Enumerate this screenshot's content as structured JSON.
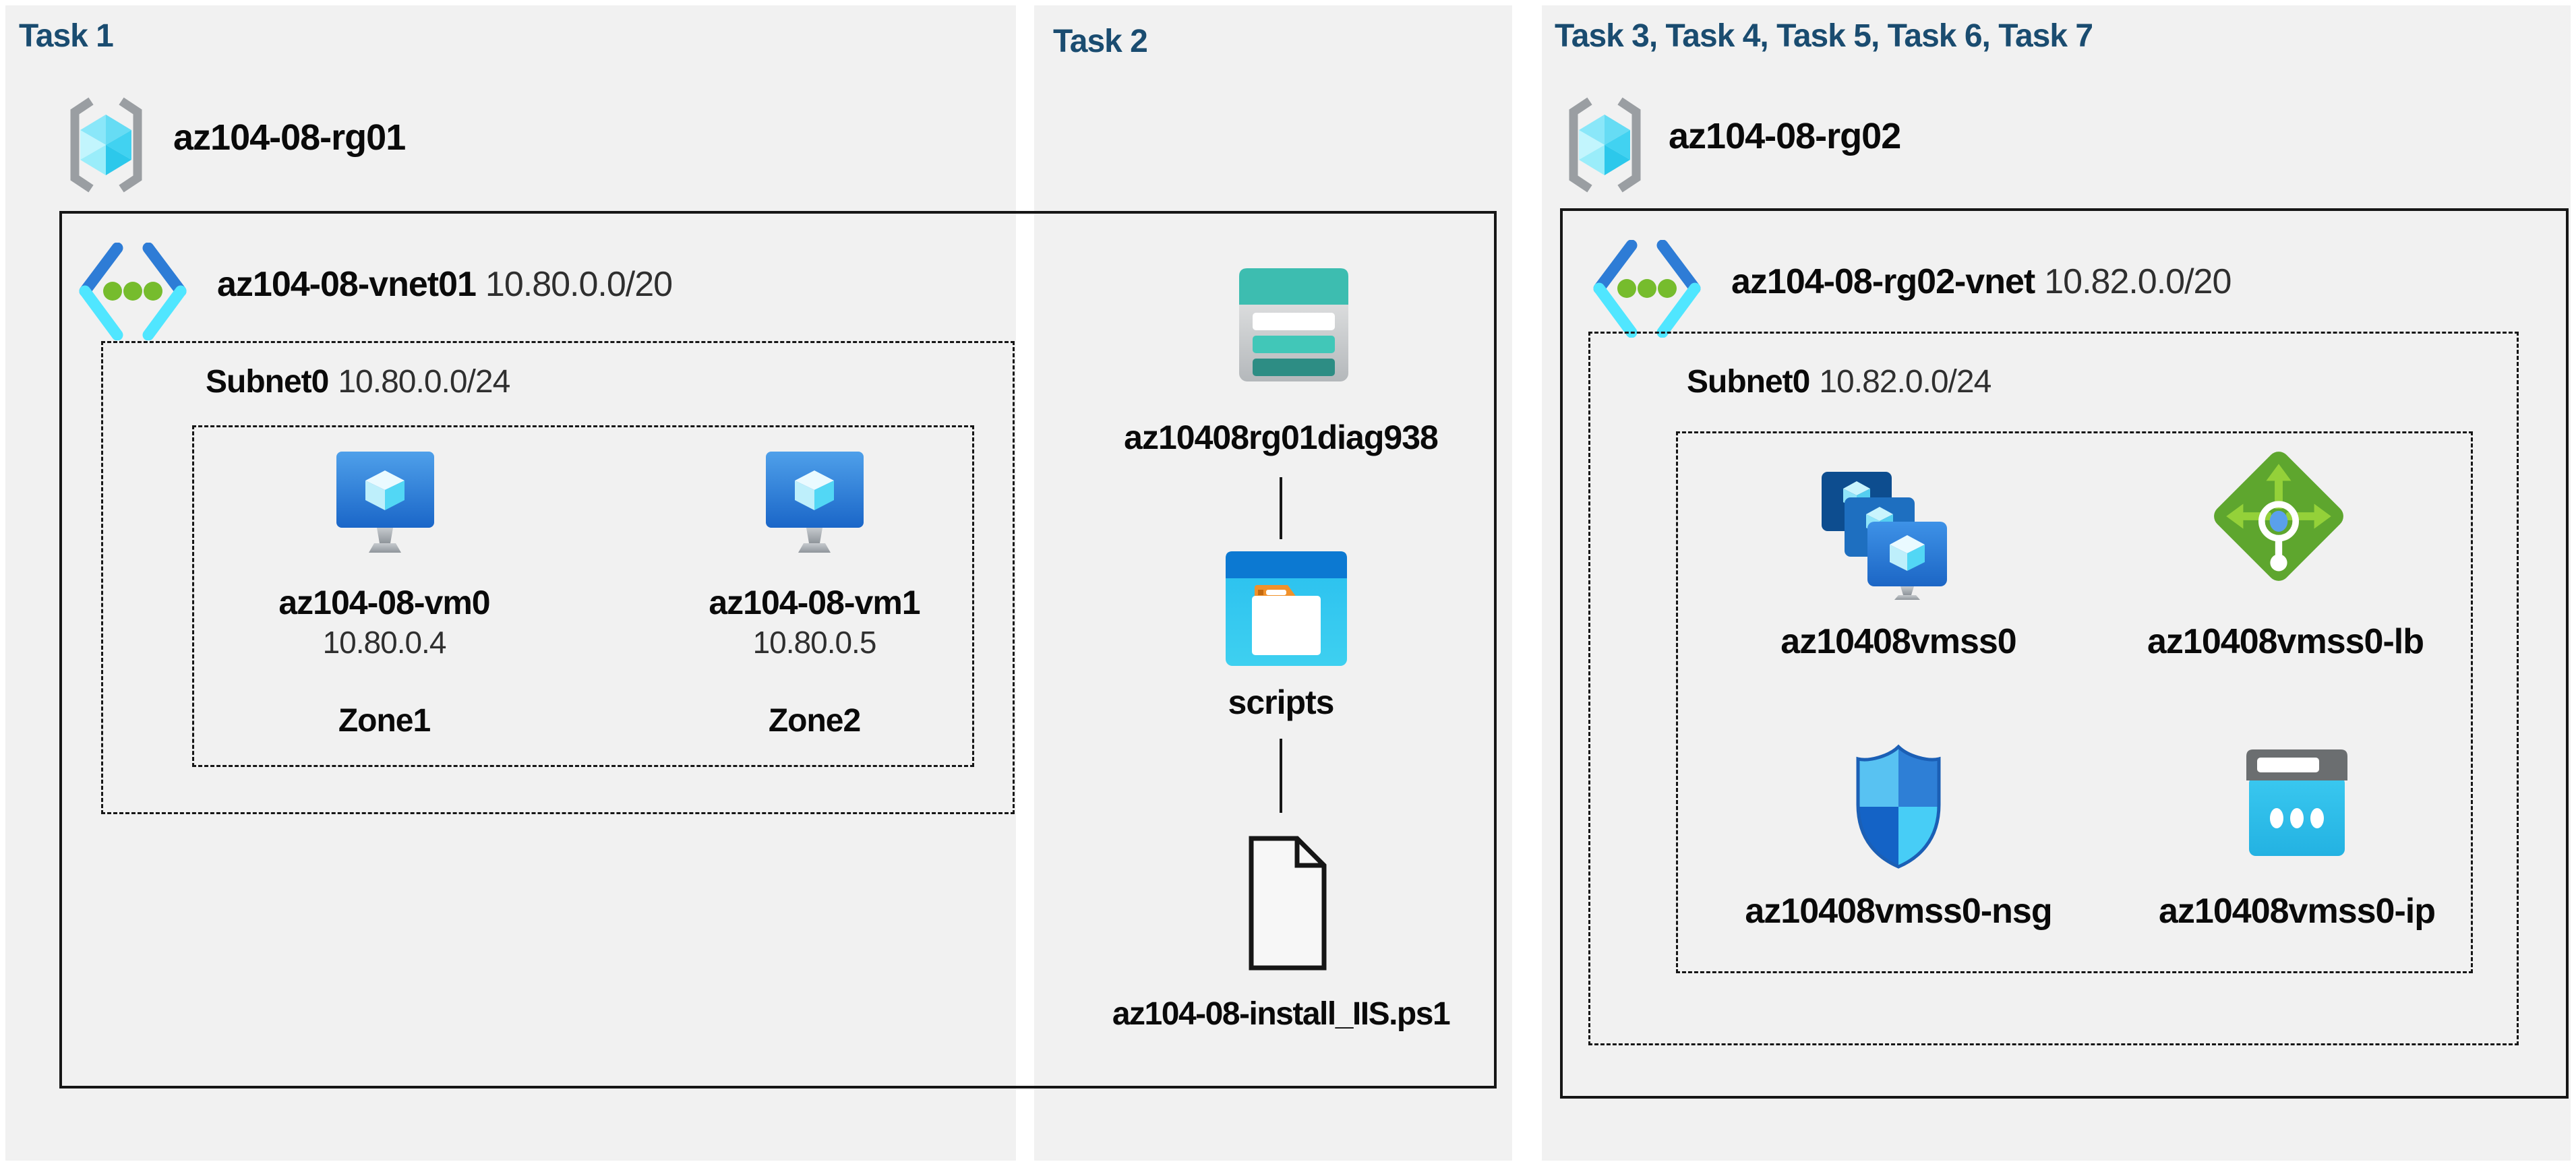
{
  "colors": {
    "page_bg": "#FFFFFF",
    "panel_gray": "#F1F1F1",
    "header_navy": "#1A4C70",
    "line_black": "#161616",
    "label_black": "#0A0A0A",
    "secondary_text": "#2F2F2F",
    "azure_blue": "#2E7CD6",
    "azure_cyan": "#50E6FF",
    "azure_green": "#76BC2D",
    "lb_green": "#5EA62E",
    "lb_arrow_green": "#94D139",
    "teal": "#3DBDB0",
    "teal_dark": "#2D8D84",
    "folder_blue": "#0C79D2",
    "folder_cyan": "#2CC3EE",
    "tab_orange": "#F0912B",
    "ip_cyan": "#2BBDE8",
    "icon_gray": "#6B6E70",
    "bracket_gray": "#9A9EA2"
  },
  "task1": {
    "header": "Task 1",
    "resource_group": {
      "name": "az104-08-rg01",
      "icon": "resource-group-icon"
    },
    "vnet": {
      "name": "az104-08-vnet01",
      "cidr": "10.80.0.0/20",
      "icon": "virtual-network-icon"
    },
    "subnet": {
      "name": "Subnet0",
      "cidr": "10.80.0.0/24"
    },
    "vms": [
      {
        "name": "az104-08-vm0",
        "ip": "10.80.0.4",
        "zone": "Zone1",
        "icon": "virtual-machine-icon"
      },
      {
        "name": "az104-08-vm1",
        "ip": "10.80.0.5",
        "zone": "Zone2",
        "icon": "virtual-machine-icon"
      }
    ]
  },
  "task2": {
    "header": "Task 2",
    "storage_account": {
      "name": "az10408rg01diag938",
      "icon": "storage-account-icon"
    },
    "container": {
      "name": "scripts",
      "icon": "blob-container-icon"
    },
    "script_file": {
      "name": "az104-08-install_IIS.ps1",
      "icon": "script-file-icon"
    }
  },
  "task3": {
    "header": "Task 3, Task 4, Task 5, Task 6, Task 7",
    "resource_group": {
      "name": "az104-08-rg02",
      "icon": "resource-group-icon"
    },
    "vnet": {
      "name": "az104-08-rg02-vnet",
      "cidr": "10.82.0.0/20",
      "icon": "virtual-network-icon"
    },
    "subnet": {
      "name": "Subnet0",
      "cidr": "10.82.0.0/24"
    },
    "resources": [
      {
        "name": "az10408vmss0",
        "icon": "vm-scale-set-icon"
      },
      {
        "name": "az10408vmss0-lb",
        "icon": "load-balancer-icon"
      },
      {
        "name": "az10408vmss0-nsg",
        "icon": "network-security-group-icon"
      },
      {
        "name": "az10408vmss0-ip",
        "icon": "public-ip-icon"
      }
    ]
  }
}
